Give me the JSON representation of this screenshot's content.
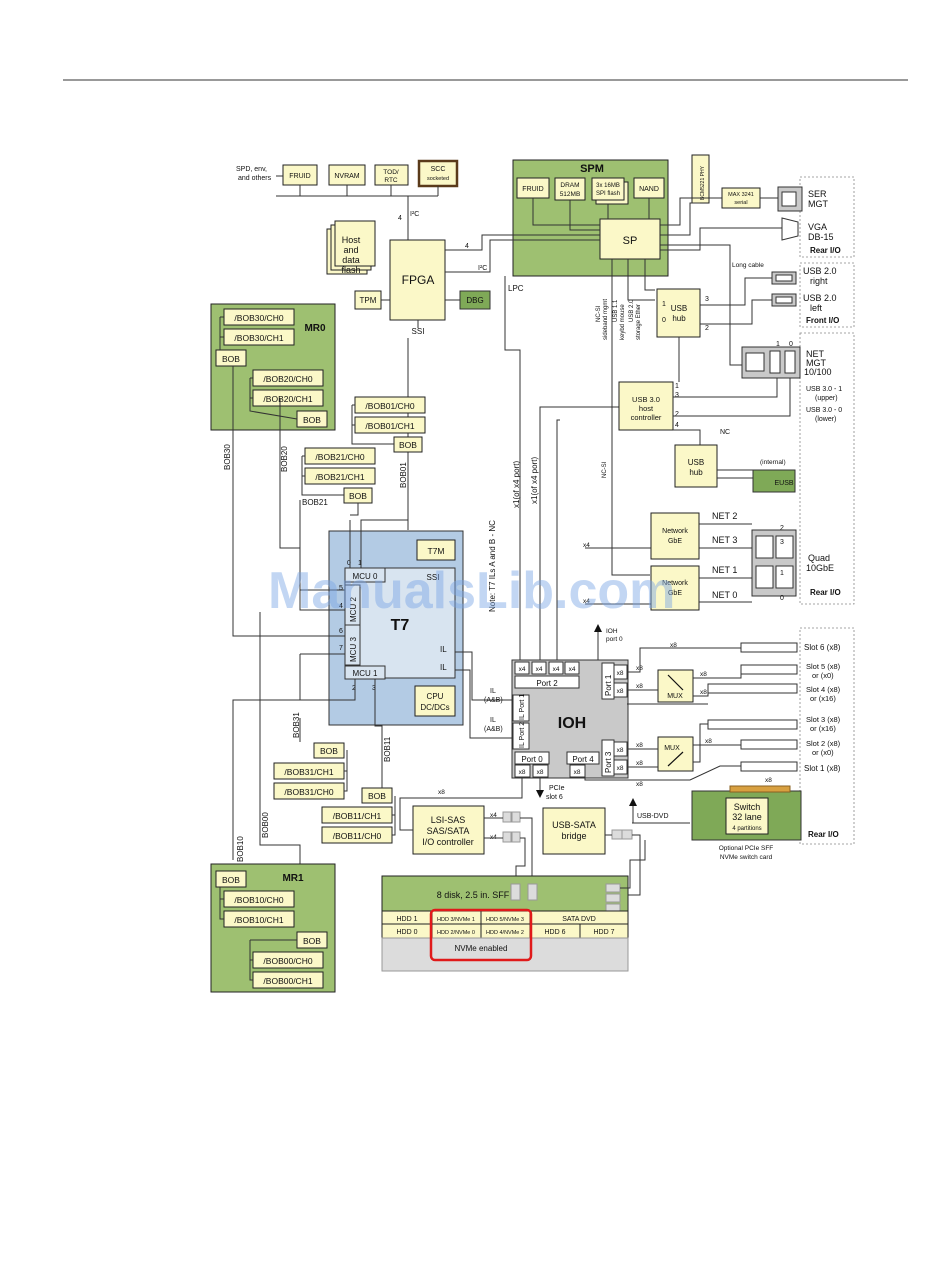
{
  "top_labels": {
    "spd": "SPD, env,",
    "spd2": "and others",
    "fruid": "FRUID",
    "nvram": "NVRAM",
    "tod": "TOD/",
    "tod2": "RTC",
    "scc": "SCC",
    "scc2": "socketed",
    "i2c_4": "4",
    "i2c": "I²C"
  },
  "spm": {
    "title": "SPM",
    "fruid": "FRUID",
    "dram1": "DRAM",
    "dram2": "512MB",
    "spi1": "3x 16MB",
    "spi2": "SPI flash",
    "nand": "NAND",
    "sp": "SP",
    "bcm": "BCM5221 PHY",
    "max1": "MAX 3241",
    "max2": "serial"
  },
  "host_flash": {
    "l1": "Host",
    "l2": "and",
    "l3": "data",
    "l4": "flash"
  },
  "fpga": {
    "label": "FPGA",
    "tpm": "TPM",
    "dbg": "DBG",
    "ssi": "SSI",
    "lpc": "LPC",
    "n4": "4",
    "i2c": "I²C"
  },
  "mr0": {
    "title": "MR0",
    "bob30ch0": "/BOB30/CH0",
    "bob30ch1": "/BOB30/CH1",
    "bob": "BOB",
    "bob20ch0": "/BOB20/CH0",
    "bob20ch1": "/BOB20/CH1",
    "bob2": "BOB"
  },
  "mr1": {
    "title": "MR1",
    "bob": "BOB",
    "bob10ch0": "/BOB10/CH0",
    "bob10ch1": "/BOB10/CH1",
    "bob2": "BOB",
    "bob00ch0": "/BOB00/CH0",
    "bob00ch1": "/BOB00/CH1"
  },
  "bobs": {
    "bob01ch0": "/BOB01/CH0",
    "bob01ch1": "/BOB01/CH1",
    "bob01": "BOB",
    "bob21ch0": "/BOB21/CH0",
    "bob21ch1": "/BOB21/CH1",
    "bob21": "BOB",
    "bob31": "BOB",
    "bob31ch1": "/BOB31/CH1",
    "bob31ch0": "/BOB31/CH0",
    "bob11": "BOB",
    "bob11ch1": "/BOB11/CH1",
    "bob11ch0": "/BOB11/CH0"
  },
  "wire_labels": {
    "bob30": "BOB30",
    "bob20": "BOB20",
    "bob01": "BOB01",
    "bob21": "BOB21",
    "bob31": "BOB31",
    "bob11": "BOB11",
    "bob10": "BOB10",
    "bob00": "BOB00"
  },
  "t7": {
    "title": "T7",
    "t7m": "T7M",
    "mcu0": "MCU 0",
    "mcu2": "MCU 2",
    "mcu3": "MCU 3",
    "mcu1": "MCU 1",
    "ssi": "SSI",
    "il1": "IL",
    "il2": "IL",
    "cpu1": "CPU",
    "cpu2": "DC/DCs",
    "p0": "0",
    "p1": "1",
    "p5": "5",
    "p4": "4",
    "p6": "6",
    "p7": "7",
    "p2": "2",
    "p3": "3"
  },
  "note": "Note: T7 ILs A and B - NC",
  "x1_a": "x1(of x4 port)",
  "x1_b": "x1(of x4 port)",
  "ncsi1": "NC-SI",
  "ncsi1b": "sideband mgmt",
  "usb11": "USB 1.1",
  "usb11b": "keybd mouse",
  "usb20": "USB 2.0",
  "usb20b": "storage Ether",
  "ncsi2": "NC-SI",
  "ioh": {
    "title": "IOH",
    "port2": "Port 2",
    "x4a": "x4",
    "x4b": "x4",
    "x4c": "x4",
    "x4d": "x4",
    "port1": "Port 1",
    "x8a": "x8",
    "x8b": "x8",
    "ilp1": "IL Port 1",
    "ilp2": "IL Port 2",
    "port3": "Port 3",
    "x8c": "x8",
    "x8d": "x8",
    "port0": "Port 0",
    "port4": "Port 4",
    "x8e": "x8",
    "x8f": "x8",
    "x8g": "x8",
    "il_ab1": "IL",
    "il_ab1b": "(A&B)",
    "il_ab2": "IL",
    "il_ab2b": "(A&B)",
    "pcie_slot6": "PCIe",
    "pcie_slot6b": "slot 6",
    "ioh_port0": "IOH",
    "ioh_port0b": "port 0"
  },
  "usb_hub1": {
    "l1": "USB",
    "l2": "hub",
    "n1": "1",
    "n0": "0",
    "n3": "3",
    "n2": "2"
  },
  "usb3ctrl": {
    "l1": "USB 3.0",
    "l2": "host",
    "l3": "controller",
    "n1": "1",
    "n3": "3",
    "n2": "2",
    "n4": "4",
    "nc": "NC"
  },
  "usb_hub2": {
    "l1": "USB",
    "l2": "hub",
    "internal": "(internal)",
    "eusb": "EUSB"
  },
  "net": {
    "gbe1": "Network",
    "gbe1b": "GbE",
    "gbe2": "Network",
    "gbe2b": "GbE",
    "net2": "NET 2",
    "net3": "NET 3",
    "net1": "NET 1",
    "net0": "NET 0",
    "x4": "x4",
    "x4b": "x4",
    "q3": "3",
    "q2": "2",
    "q1": "1",
    "q0": "0"
  },
  "rear_io": {
    "ser": "SER",
    "mgt": "MGT",
    "vga": "VGA",
    "db15": "DB-15",
    "rear1": "Rear I/O",
    "long_cable": "Long cable",
    "usb_right": "USB 2.0",
    "usb_right2": "right",
    "usb_left": "USB 2.0",
    "usb_left2": "left",
    "front": "Front I/O",
    "netmgt1": "NET",
    "netmgt2": "MGT",
    "netmgt3": "10/100",
    "usb3_1": "USB 3.0 - 1",
    "usb3_1b": "(upper)",
    "usb3_0": "USB 3.0 - 0",
    "usb3_0b": "(lower)",
    "n1": "1",
    "n0": "0",
    "quad": "Quad",
    "quad2": "10GbE",
    "rear2": "Rear I/O"
  },
  "slots": {
    "s6": "Slot 6 (x8)",
    "s5": "Slot 5 (x8)",
    "s5b": "or (x0)",
    "s4": "Slot 4 (x8)",
    "s4b": "or (x16)",
    "s3": "Slot 3 (x8)",
    "s3b": "or (x16)",
    "s2": "Slot 2 (x8)",
    "s2b": "or (x0)",
    "s1": "Slot 1 (x8)",
    "mux1": "MUX",
    "mux2": "MUX",
    "x8a": "x8",
    "x8b": "x8",
    "x8c": "x8",
    "x8d": "x8",
    "x8e": "x8",
    "x8f": "x8",
    "x8g": "x8",
    "x8h": "x8",
    "x8i": "x8",
    "rear3": "Rear I/O"
  },
  "switch": {
    "l1": "Switch",
    "l2": "32 lane",
    "l3": "4 partitions",
    "cap1": "Optional PCIe SFF",
    "cap2": "NVMe switch card",
    "x8": "x8"
  },
  "lsi": {
    "l1": "LSI-SAS",
    "l2": "SAS/SATA",
    "l3": "I/O controller",
    "x8": "x8",
    "x4a": "x4",
    "x4b": "x4"
  },
  "usbsata": {
    "l1": "USB-SATA",
    "l2": "bridge",
    "usbdvd": "USB-DVD"
  },
  "disk": {
    "title": "8 disk, 2.5 in. SFF",
    "hdd1": "HDD 1",
    "hdd3": "HDD 3/NVMe 1",
    "hdd5": "HDD 5/NVMe 3",
    "sata": "SATA DVD",
    "hdd0": "HDD 0",
    "hdd2": "HDD 2/NVMe 0",
    "hdd4": "HDD 4/NVMe 2",
    "hdd6": "HDD 6",
    "hdd7": "HDD 7",
    "nvme": "NVMe enabled"
  },
  "watermark": "ManualsLib.com"
}
